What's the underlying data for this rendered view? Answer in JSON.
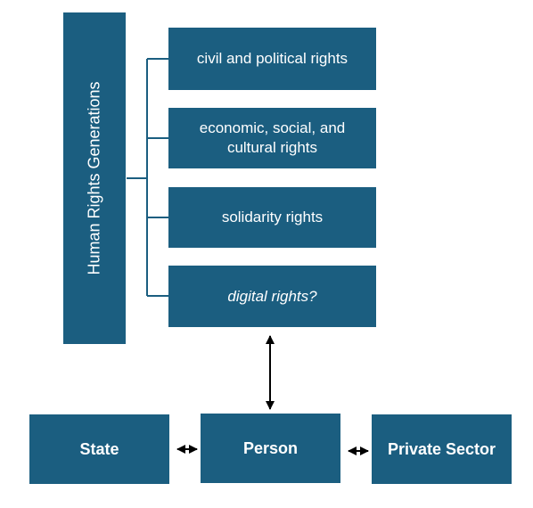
{
  "title": "Human Rights Generations",
  "generations": [
    {
      "label": "civil and political rights",
      "italic": false
    },
    {
      "label": "economic, social, and cultural rights",
      "italic": false
    },
    {
      "label": "solidarity rights",
      "italic": false
    },
    {
      "label": "digital rights?",
      "italic": true
    }
  ],
  "actors": {
    "state": "State",
    "person": "Person",
    "private_sector": "Private Sector"
  },
  "colors": {
    "box_fill": "#1b5e80",
    "connector": "#1b5e80",
    "arrow": "#000000",
    "text": "#ffffff"
  }
}
